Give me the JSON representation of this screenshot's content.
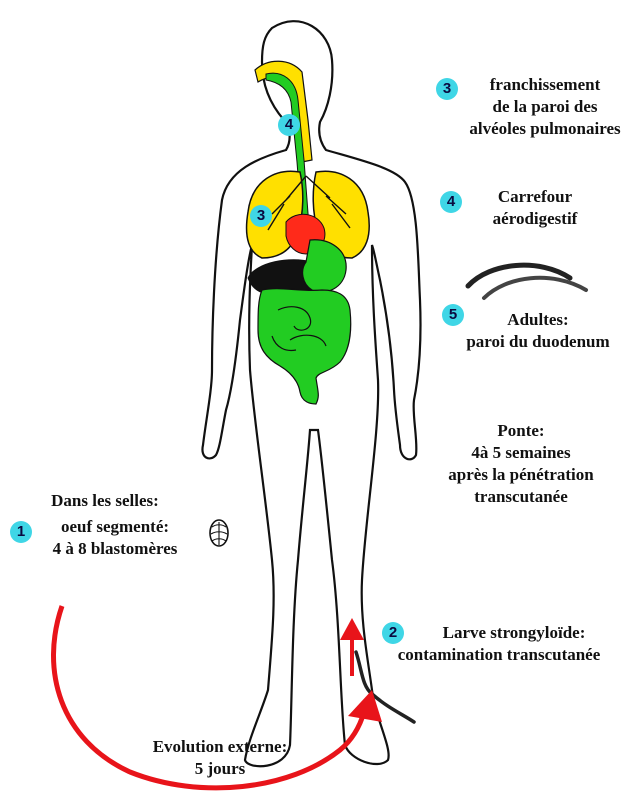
{
  "colors": {
    "badge": "#3fd6e6",
    "airway": "#ffe000",
    "lungs": "#ffe000",
    "heart": "#ff2a1a",
    "digestive": "#22cc22",
    "liver": "#111111",
    "arrow": "#e8141a",
    "outline": "#111111"
  },
  "markers": {
    "m1": "1",
    "m2": "2",
    "m3": "3",
    "m4": "4",
    "m5": "5",
    "body_m3": "3",
    "body_m4": "4"
  },
  "labels": {
    "step3": [
      "franchissement",
      "de la paroi des",
      "alvéoles pulmonaires"
    ],
    "step4": [
      "Carrefour",
      "aérodigestif"
    ],
    "step5": [
      "Adultes:",
      "paroi du duodenum"
    ],
    "ponte": [
      "Ponte:",
      "4à 5 semaines",
      "après la pénétration",
      "transcutanée"
    ],
    "selles_title": "Dans les selles:",
    "step1": [
      "oeuf segmenté:",
      "4 à 8 blastomères"
    ],
    "step2": [
      "Larve strongyloïde:",
      "contamination transcutanée"
    ],
    "evolution": [
      "Evolution externe:",
      "5 jours"
    ]
  }
}
